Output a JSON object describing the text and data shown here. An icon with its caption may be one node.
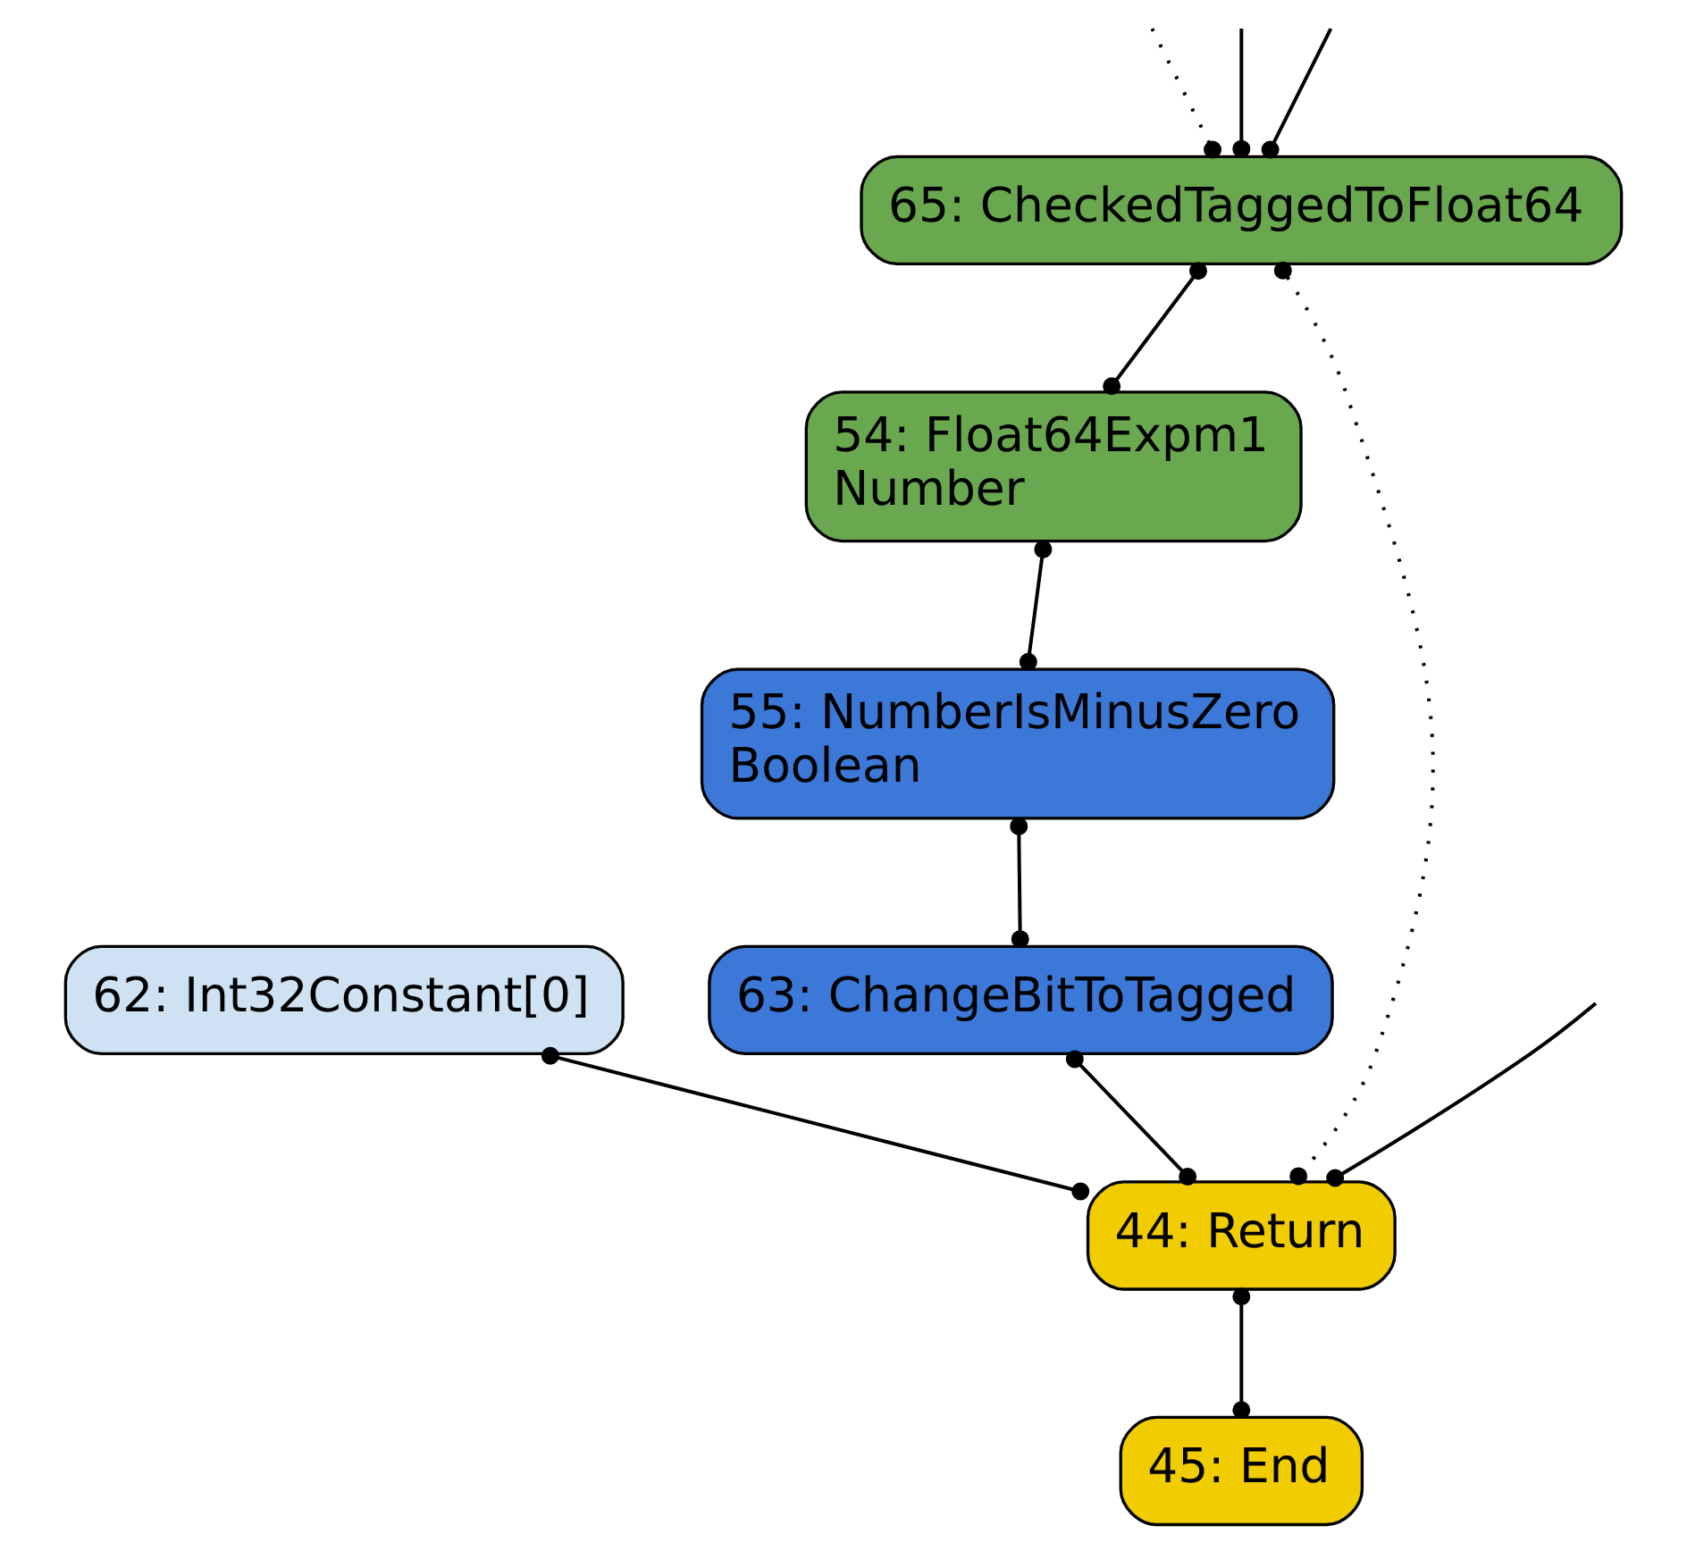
{
  "diagram": {
    "nodes": [
      {
        "text": [
          "65: CheckedTaggedToFloat64"
        ]
      },
      {
        "text": [
          "54: Float64Expm1",
          "Number"
        ]
      },
      {
        "text": [
          "55: NumberIsMinusZero",
          "Boolean"
        ]
      },
      {
        "text": [
          "62: Int32Constant[0]"
        ]
      },
      {
        "text": [
          "63: ChangeBitToTagged"
        ]
      },
      {
        "text": [
          "44: Return"
        ]
      },
      {
        "text": [
          "45: End"
        ]
      }
    ],
    "edges": [
      {
        "from": null,
        "to": 0,
        "arrow": "other",
        "style": "dashed"
      },
      {
        "from": null,
        "to": 0,
        "arrow": "other"
      },
      {
        "from": null,
        "to": 0,
        "arrow": "other"
      },
      {
        "from": 0,
        "to": 1,
        "arrow": "other"
      },
      {
        "from": 1,
        "to": 2,
        "arrow": "other"
      },
      {
        "from": 2,
        "to": 4,
        "arrow": "other"
      },
      {
        "from": 3,
        "to": 5,
        "arrow": "other"
      },
      {
        "from": 4,
        "to": 5,
        "arrow": "other"
      },
      {
        "from": 0,
        "to": 5,
        "arrow": "other",
        "style": "dashed"
      },
      {
        "from": null,
        "to": 5,
        "arrow": "other"
      },
      {
        "from": 5,
        "to": 6,
        "arrow": "other"
      }
    ]
  }
}
